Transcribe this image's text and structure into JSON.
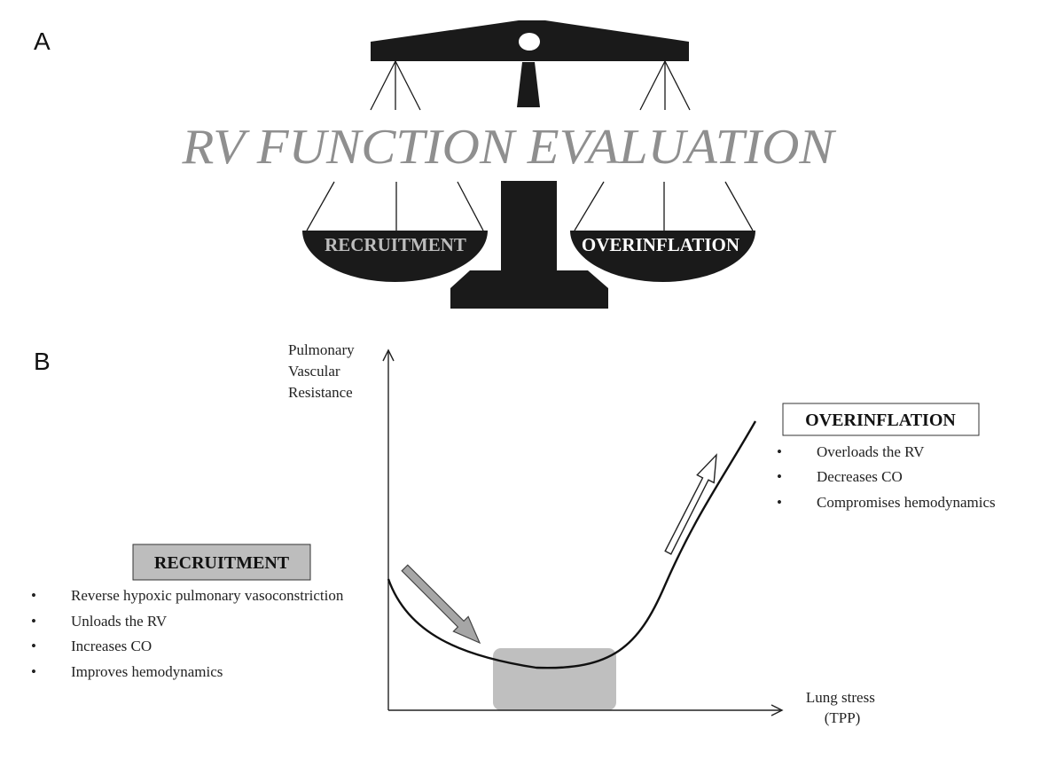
{
  "panel_a": {
    "label": "A",
    "title": "RV FUNCTION EVALUATION",
    "left_pan_label": "RECRUITMENT",
    "right_pan_label": "OVERINFLATION"
  },
  "panel_b": {
    "label": "B",
    "y_axis_label": [
      "Pulmonary",
      "Vascular",
      "Resistance"
    ],
    "x_axis_label": [
      "Lung stress",
      "(TPP)"
    ],
    "recruitment": {
      "title": "RECRUITMENT",
      "bullet": "•",
      "items": [
        "Reverse hypoxic pulmonary vasoconstriction",
        "Unloads the RV",
        "Increases CO",
        "Improves hemodynamics"
      ]
    },
    "overinflation": {
      "title": "OVERINFLATION",
      "bullet": "•",
      "items": [
        "Overloads the RV",
        "Decreases CO",
        "Compromises hemodynamics"
      ]
    }
  },
  "colors": {
    "scale_dark": "#1a1a1a",
    "title_gray": "#8f8f8f",
    "recruitment_label": "#bdbdbd",
    "overinflation_label": "#ffffff",
    "optimal_zone": "#bfbfbf",
    "recruitment_box": "#bdbdbd",
    "gray_arrow": "#a6a6a6"
  }
}
